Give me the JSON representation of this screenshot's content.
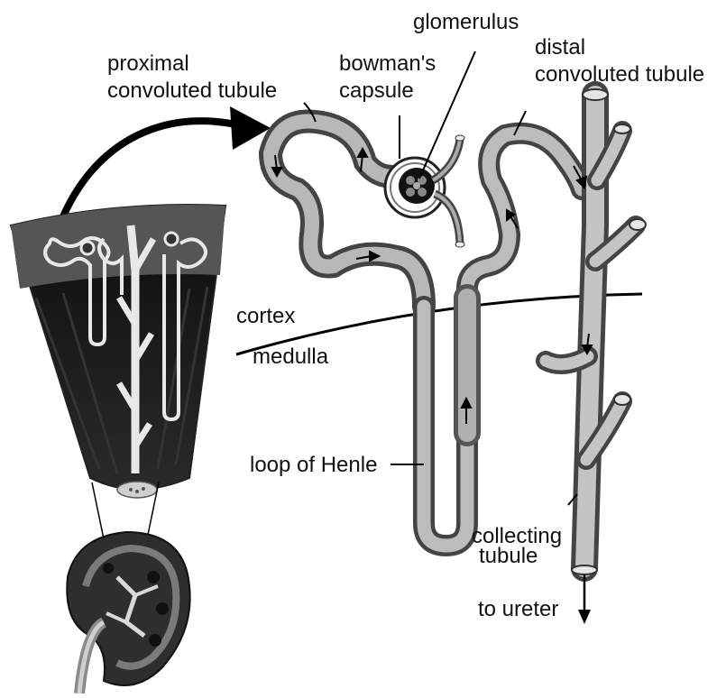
{
  "labels": {
    "glomerulus": "glomerulus",
    "proximal_line1": "proximal",
    "proximal_line2": "convoluted tubule",
    "bowman_line1": "bowman's",
    "bowman_line2": "capsule",
    "distal_line1": "distal",
    "distal_line2": "convoluted tubule",
    "cortex": "cortex",
    "medulla": "medulla",
    "loop_of_henle": "loop of Henle",
    "collecting_line1": "collecting",
    "collecting_line2": "tubule",
    "to_ureter": "to ureter"
  },
  "colors": {
    "tube_dark": "#6e6e6e",
    "tube_light": "#bdbdbd",
    "tissue_dark": "#1a1a1a",
    "cortex_band": "#555555",
    "text": "#111111"
  }
}
